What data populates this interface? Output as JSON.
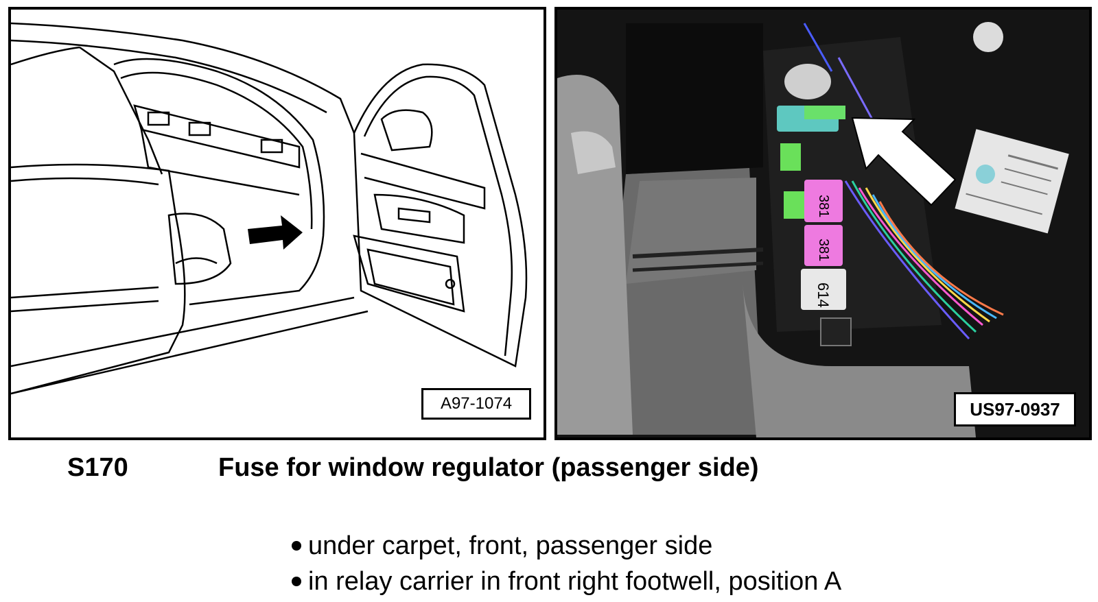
{
  "figure_left": {
    "ref": "A97-1074"
  },
  "figure_right": {
    "ref": "US97-0937",
    "relay_labels": [
      "381",
      "381",
      "614"
    ]
  },
  "caption": {
    "code": "S170",
    "title": "Fuse for window regulator (passenger side)"
  },
  "locations": [
    "under carpet, front, passenger side",
    "in relay carrier in front right footwell, position A"
  ]
}
